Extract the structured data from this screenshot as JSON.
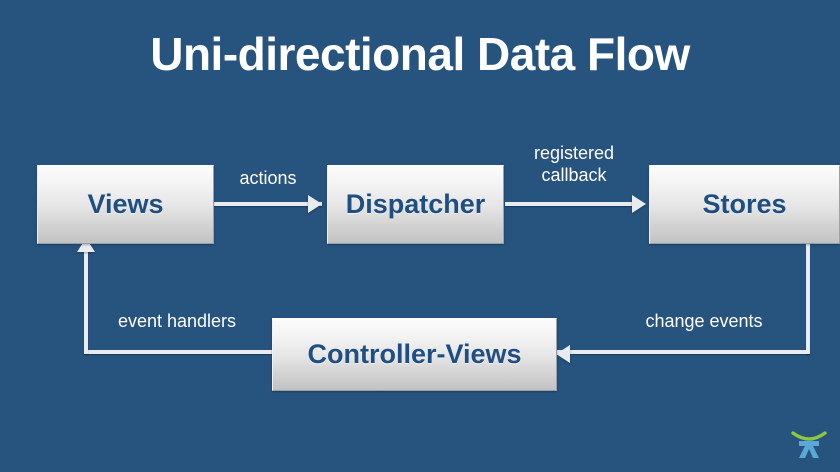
{
  "slide": {
    "title": "Uni-directional Data Flow",
    "background_color": "#27537f",
    "node_text_color": "#1f4e82",
    "connector_color": "#e9ecef",
    "label_color": "#ffffff"
  },
  "nodes": [
    {
      "id": "views",
      "label": "Views"
    },
    {
      "id": "dispatcher",
      "label": "Dispatcher"
    },
    {
      "id": "stores",
      "label": "Stores"
    },
    {
      "id": "controller-views",
      "label": "Controller-Views"
    }
  ],
  "edges": [
    {
      "id": "actions",
      "label": "actions",
      "from": "views",
      "to": "dispatcher",
      "direction": "right"
    },
    {
      "id": "callback",
      "label": "registered\ncallback",
      "from": "dispatcher",
      "to": "stores",
      "direction": "right"
    },
    {
      "id": "change-events",
      "label": "change events",
      "from": "stores",
      "to": "controller-views",
      "direction": "left"
    },
    {
      "id": "event-handlers",
      "label": "event handlers",
      "from": "controller-views",
      "to": "views",
      "direction": "up"
    }
  ],
  "logo": {
    "name": "x-logo",
    "arc_color": "#8dc63f",
    "mark_color": "#5aa8d6"
  }
}
